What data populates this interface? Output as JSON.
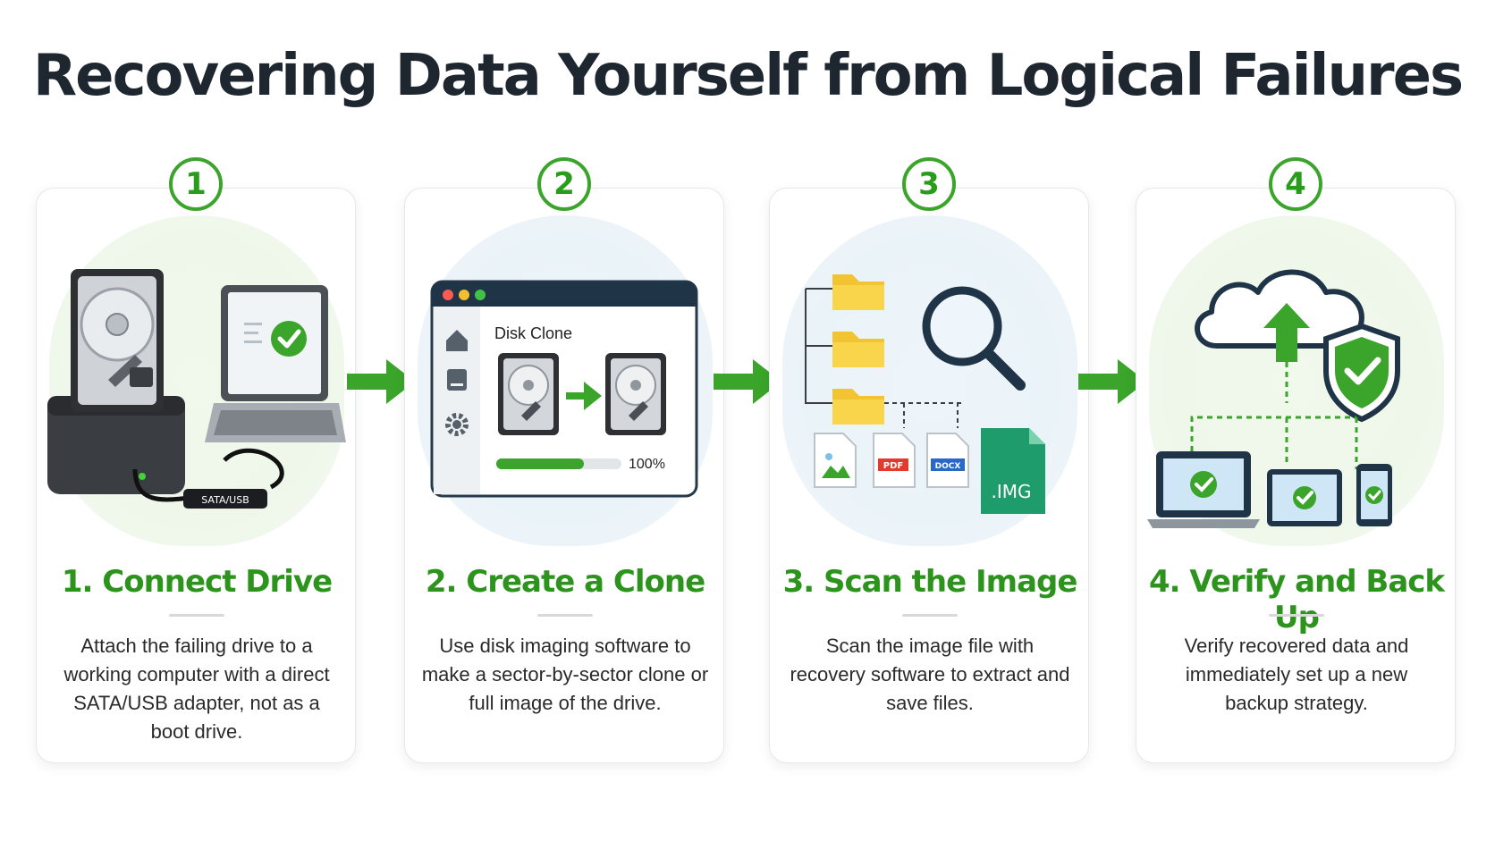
{
  "title": "Recovering Data Yourself from Logical Failures",
  "colors": {
    "accent_green": "#3aa52a",
    "title_green": "#2c931d",
    "title_text": "#1e2630"
  },
  "steps": [
    {
      "number": "1",
      "title": "1. Connect Drive",
      "description": "Attach the failing drive to a working computer with a direct SATA/USB adapter, not as a boot drive.",
      "illustration": {
        "cable_label": "SATA/USB",
        "icons": [
          "hard-drive-icon",
          "docking-station-icon",
          "laptop-icon",
          "check-icon"
        ]
      }
    },
    {
      "number": "2",
      "title": "2. Create a Clone",
      "description": "Use disk imaging software to make a sector-by-sector clone or full image of the drive.",
      "illustration": {
        "window_title": "Disk Clone",
        "progress_label": "100%",
        "progress": 0.7,
        "icons": [
          "home-icon",
          "drive-icon",
          "gear-icon"
        ]
      }
    },
    {
      "number": "3",
      "title": "3. Scan the Image",
      "description": "Scan the image file with recovery software to extract and save files.",
      "illustration": {
        "file_labels": [
          "PDF",
          "DOCX",
          ".IMG"
        ],
        "icons": [
          "folder-icon",
          "magnifier-icon",
          "image-file-icon"
        ]
      }
    },
    {
      "number": "4",
      "title": "4. Verify and Back Up",
      "description": "Verify recovered data and immediately set up a new backup strategy.",
      "illustration": {
        "icons": [
          "cloud-upload-icon",
          "shield-check-icon",
          "laptop-icon",
          "tablet-icon",
          "phone-icon"
        ]
      }
    }
  ]
}
